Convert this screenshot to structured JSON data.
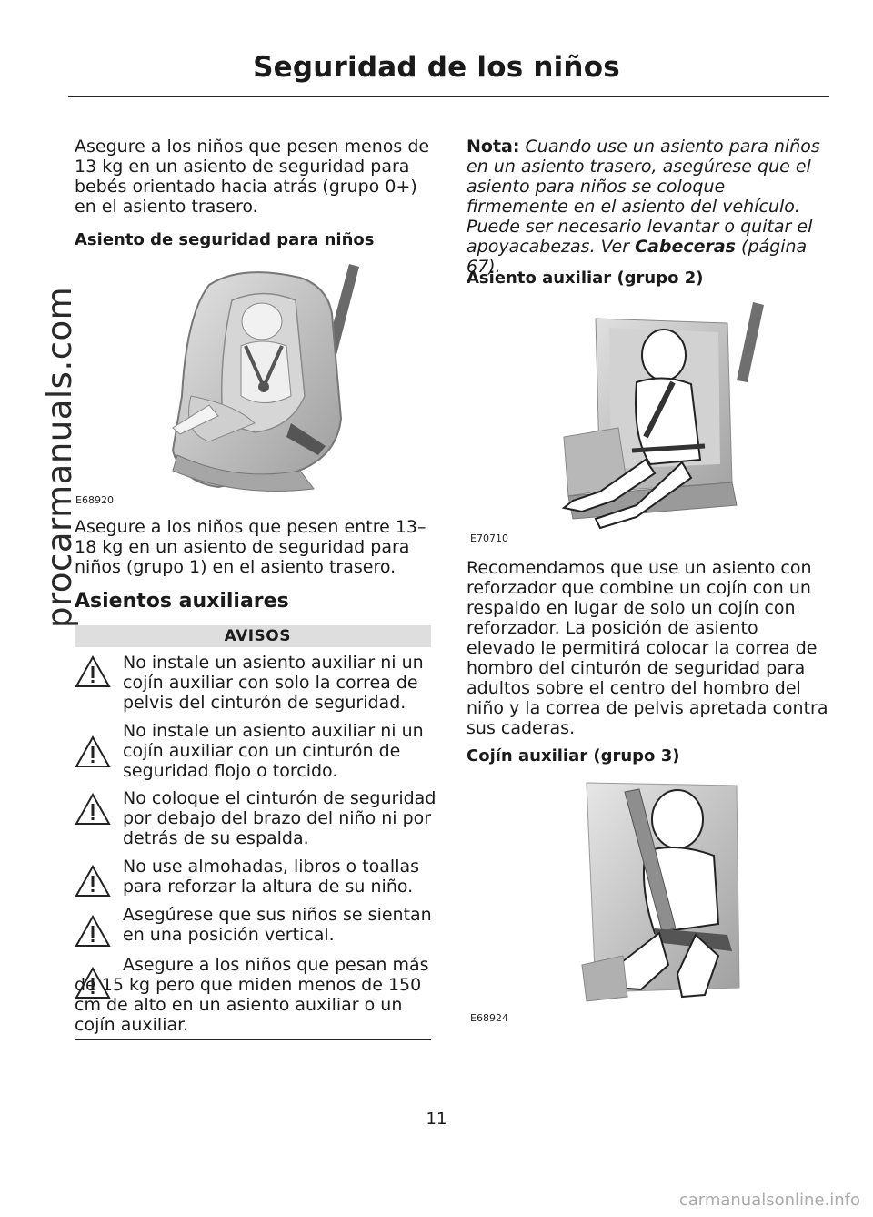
{
  "header": {
    "title": "Seguridad de los niños"
  },
  "left": {
    "intro": "Asegure a los niños que pesen menos de 13 kg en un asiento de seguridad para bebés orientado hacia atrás (grupo 0+) en el asiento trasero.",
    "heading1": "Asiento de seguridad para niños",
    "fig1_code": "E68920",
    "para2": "Asegure a los niños que pesen entre 13–18 kg en un asiento de seguridad para niños (grupo 1) en el asiento trasero.",
    "heading2": "Asientos auxiliares",
    "warnings_title": "AVISOS",
    "warnings": [
      "No instale un asiento auxiliar ni un cojín auxiliar con solo la correa de pelvis del cinturón de seguridad.",
      "No instale un asiento auxiliar ni un cojín auxiliar con un cinturón de seguridad flojo o torcido.",
      "No coloque el cinturón de seguridad por debajo del brazo del niño ni por detrás de su espalda.",
      "No use almohadas, libros o toallas para reforzar la altura de su niño.",
      "Asegúrese que sus niños se sientan en una posición vertical.",
      "Asegure a los niños que pesan más de 15 kg pero que miden menos de 150 cm de alto en un asiento auxiliar o un cojín auxiliar."
    ]
  },
  "right": {
    "nota_label": "Nota:",
    "nota_text": "Cuando use un asiento para niños en un asiento trasero, asegúrese que el asiento para niños se coloque firmemente en el asiento del vehículo. Puede ser necesario levantar o quitar el apoyacabezas.  Ver",
    "nota_link": "Cabeceras",
    "nota_page": "(página 67).",
    "heading3": "Asiento auxiliar (grupo 2)",
    "fig2_code": "E70710",
    "para3": "Recomendamos que use un asiento con reforzador que combine un cojín con un respaldo en lugar de solo un cojín con reforzador. La posición de asiento elevado le permitirá colocar la correa de hombro del cinturón de seguridad para adultos sobre el centro del hombro del niño y la correa de pelvis apretada contra sus caderas.",
    "heading4": "Cojín auxiliar (grupo 3)",
    "fig3_code": "E68924"
  },
  "footer": {
    "page_number": "11"
  },
  "watermarks": {
    "side": "procarmanuals.com",
    "bottom": "carmanualsonline.info"
  }
}
